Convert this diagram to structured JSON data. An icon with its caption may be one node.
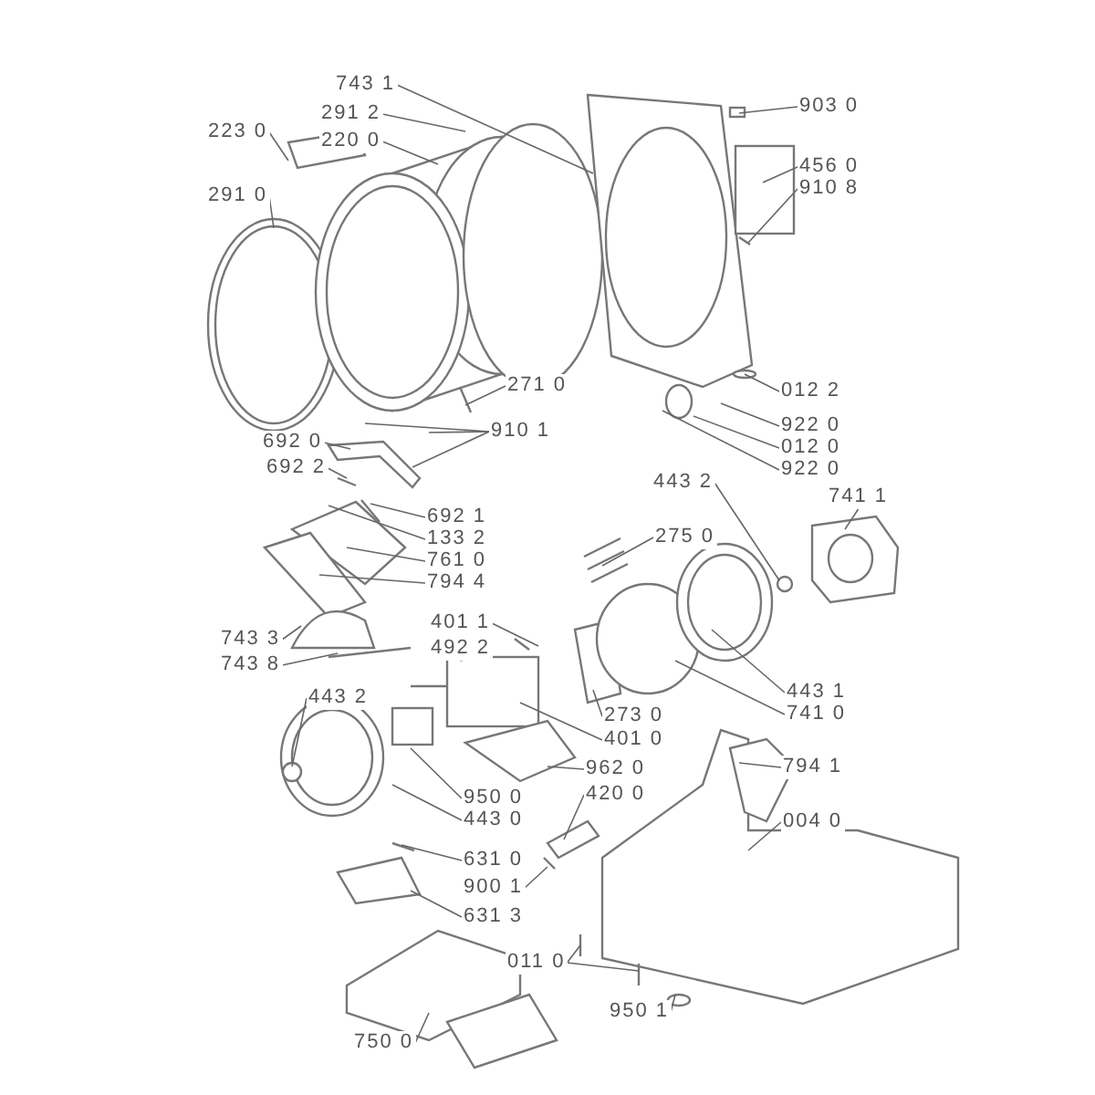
{
  "diagram": {
    "nodes": [
      {
        "text": [
          "743 1"
        ]
      },
      {
        "text": [
          "291 2"
        ]
      },
      {
        "text": [
          "220 0"
        ]
      },
      {
        "text": [
          "223 0"
        ]
      },
      {
        "text": [
          "291 0"
        ]
      },
      {
        "text": [
          "903 0"
        ]
      },
      {
        "text": [
          "456 0"
        ]
      },
      {
        "text": [
          "910 8"
        ]
      },
      {
        "text": [
          "271 0"
        ]
      },
      {
        "text": [
          "012 2"
        ]
      },
      {
        "text": [
          "910 1"
        ]
      },
      {
        "text": [
          "922 0"
        ]
      },
      {
        "text": [
          "012 0"
        ]
      },
      {
        "text": [
          "922 0"
        ]
      },
      {
        "text": [
          "692 0"
        ]
      },
      {
        "text": [
          "692 2"
        ]
      },
      {
        "text": [
          "443 2"
        ]
      },
      {
        "text": [
          "741 1"
        ]
      },
      {
        "text": [
          "692 1"
        ]
      },
      {
        "text": [
          "133 2"
        ]
      },
      {
        "text": [
          "761 0"
        ]
      },
      {
        "text": [
          "794 4"
        ]
      },
      {
        "text": [
          "275 0"
        ]
      },
      {
        "text": [
          "743 3"
        ]
      },
      {
        "text": [
          "743 8"
        ]
      },
      {
        "text": [
          "401 1"
        ]
      },
      {
        "text": [
          "492 2"
        ]
      },
      {
        "text": [
          "443 1"
        ]
      },
      {
        "text": [
          "741 0"
        ]
      },
      {
        "text": [
          "273 0"
        ]
      },
      {
        "text": [
          "401 0"
        ]
      },
      {
        "text": [
          "443 2"
        ]
      },
      {
        "text": [
          "962 0"
        ]
      },
      {
        "text": [
          "794 1"
        ]
      },
      {
        "text": [
          "950 0"
        ]
      },
      {
        "text": [
          "443 0"
        ]
      },
      {
        "text": [
          "420 0"
        ]
      },
      {
        "text": [
          "004 0"
        ]
      },
      {
        "text": [
          "631 0"
        ]
      },
      {
        "text": [
          "900 1"
        ]
      },
      {
        "text": [
          "631 3"
        ]
      },
      {
        "text": [
          "011 0"
        ]
      },
      {
        "text": [
          "950 1"
        ]
      },
      {
        "text": [
          "750 0"
        ]
      }
    ],
    "edges": [
      {
        "from": 0,
        "to": null,
        "arrow": "none"
      },
      {
        "from": 1,
        "to": null,
        "arrow": "none"
      },
      {
        "from": 2,
        "to": null,
        "arrow": "none"
      },
      {
        "from": 3,
        "to": null,
        "arrow": "none"
      },
      {
        "from": 4,
        "to": null,
        "arrow": "none"
      },
      {
        "from": 5,
        "to": null,
        "arrow": "none"
      },
      {
        "from": 6,
        "to": null,
        "arrow": "none"
      },
      {
        "from": 7,
        "to": null,
        "arrow": "none"
      },
      {
        "from": 8,
        "to": null,
        "arrow": "none"
      },
      {
        "from": 9,
        "to": null,
        "arrow": "none"
      },
      {
        "from": 10,
        "to": null,
        "arrow": "none"
      },
      {
        "from": 10,
        "to": null,
        "arrow": "none"
      },
      {
        "from": 10,
        "to": null,
        "arrow": "none"
      },
      {
        "from": 11,
        "to": null,
        "arrow": "none"
      },
      {
        "from": 12,
        "to": null,
        "arrow": "none"
      },
      {
        "from": 13,
        "to": null,
        "arrow": "none"
      },
      {
        "from": 14,
        "to": null,
        "arrow": "none"
      },
      {
        "from": 15,
        "to": null,
        "arrow": "none"
      },
      {
        "from": 16,
        "to": null,
        "arrow": "none"
      },
      {
        "from": 17,
        "to": null,
        "arrow": "none"
      },
      {
        "from": 18,
        "to": null,
        "arrow": "none"
      },
      {
        "from": 19,
        "to": null,
        "arrow": "none"
      },
      {
        "from": 20,
        "to": null,
        "arrow": "none"
      },
      {
        "from": 21,
        "to": null,
        "arrow": "none"
      },
      {
        "from": 22,
        "to": null,
        "arrow": "none"
      },
      {
        "from": 23,
        "to": null,
        "arrow": "none"
      },
      {
        "from": 24,
        "to": null,
        "arrow": "none"
      },
      {
        "from": 25,
        "to": null,
        "arrow": "none"
      },
      {
        "from": 26,
        "to": null,
        "arrow": "none"
      },
      {
        "from": 27,
        "to": null,
        "arrow": "none"
      },
      {
        "from": 28,
        "to": null,
        "arrow": "none"
      },
      {
        "from": 29,
        "to": null,
        "arrow": "none"
      },
      {
        "from": 30,
        "to": null,
        "arrow": "none"
      },
      {
        "from": 31,
        "to": null,
        "arrow": "none"
      },
      {
        "from": 32,
        "to": null,
        "arrow": "none"
      },
      {
        "from": 33,
        "to": null,
        "arrow": "none"
      },
      {
        "from": 34,
        "to": null,
        "arrow": "none"
      },
      {
        "from": 35,
        "to": null,
        "arrow": "none"
      },
      {
        "from": 36,
        "to": null,
        "arrow": "none"
      },
      {
        "from": 37,
        "to": null,
        "arrow": "none"
      },
      {
        "from": 38,
        "to": null,
        "arrow": "none"
      },
      {
        "from": 39,
        "to": null,
        "arrow": "none"
      },
      {
        "from": 40,
        "to": null,
        "arrow": "none"
      },
      {
        "from": 41,
        "to": null,
        "arrow": "none"
      },
      {
        "from": 41,
        "to": null,
        "arrow": "none"
      },
      {
        "from": 42,
        "to": null,
        "arrow": "none"
      },
      {
        "from": 43,
        "to": null,
        "arrow": "none"
      }
    ]
  }
}
